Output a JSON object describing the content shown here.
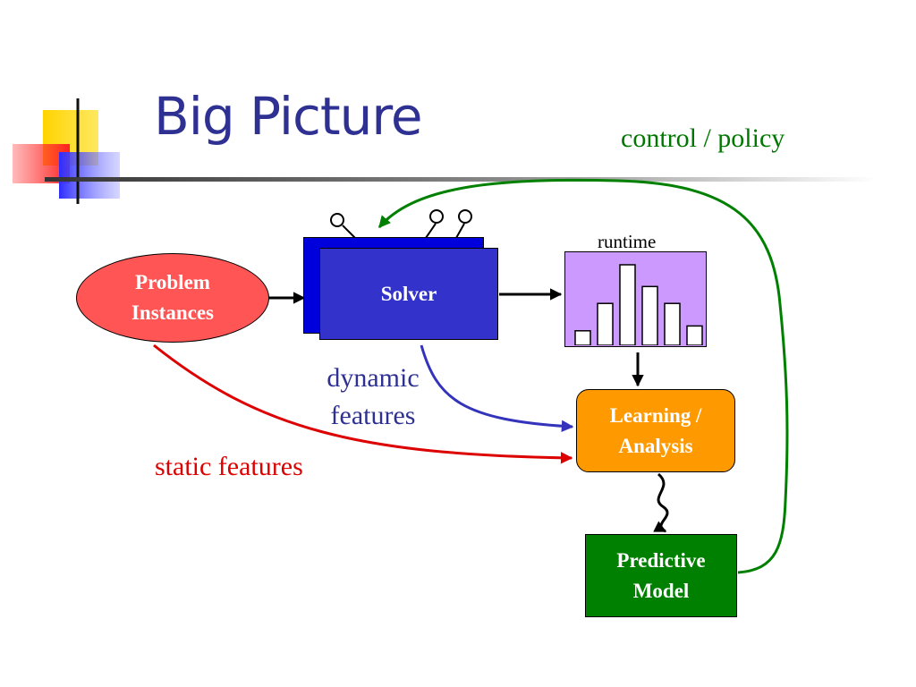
{
  "slide": {
    "title": "Big Picture"
  },
  "labels": {
    "control_policy": "control / policy",
    "runtime": "runtime",
    "dynamic_line1": "dynamic",
    "dynamic_line2": "features",
    "static_features": "static features"
  },
  "nodes": {
    "problem_line1": "Problem",
    "problem_line2": "Instances",
    "solver": "Solver",
    "learning_line1": "Learning /",
    "learning_line2": "Analysis",
    "predictive_line1": "Predictive",
    "predictive_line2": "Model"
  },
  "runtime_histogram": {
    "relative_heights": [
      0.18,
      0.52,
      1.0,
      0.73,
      0.52,
      0.24
    ]
  },
  "colors": {
    "title": "#2e3192",
    "problem": "#ff5555",
    "solver": "#3333cc",
    "solver_shadow": "#0000dd",
    "histogram": "#cc99ff",
    "learning": "#ff9900",
    "predictive": "#008000",
    "control_arrow": "#008000",
    "static_arrow": "#dd0000",
    "dynamic_arrow": "#3333bb"
  }
}
